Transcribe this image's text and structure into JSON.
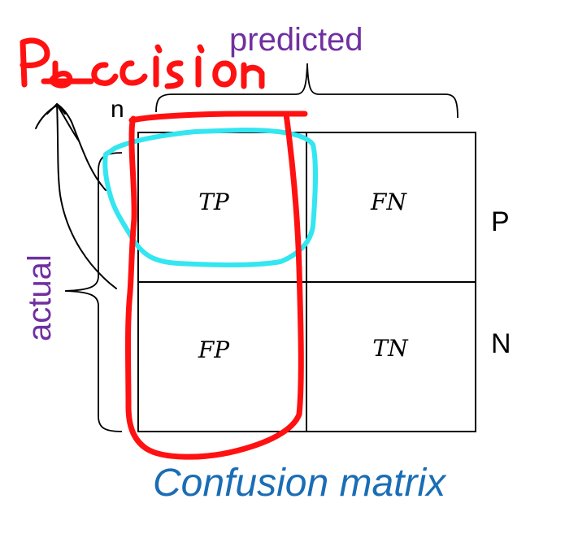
{
  "title_handwritten": "Precision",
  "labels": {
    "predicted": "predicted",
    "actual": "actual",
    "n_marker": "n",
    "row_p": "P",
    "row_n": "N"
  },
  "cells": {
    "tp": "TP",
    "fn": "FN",
    "fp": "FP",
    "tn": "TN"
  },
  "caption": "Confusion matrix",
  "colors": {
    "purple": "#7030a0",
    "blue": "#1a6db5",
    "red": "#ff0000",
    "cyan": "#33e6f0",
    "ink": "#000000"
  }
}
